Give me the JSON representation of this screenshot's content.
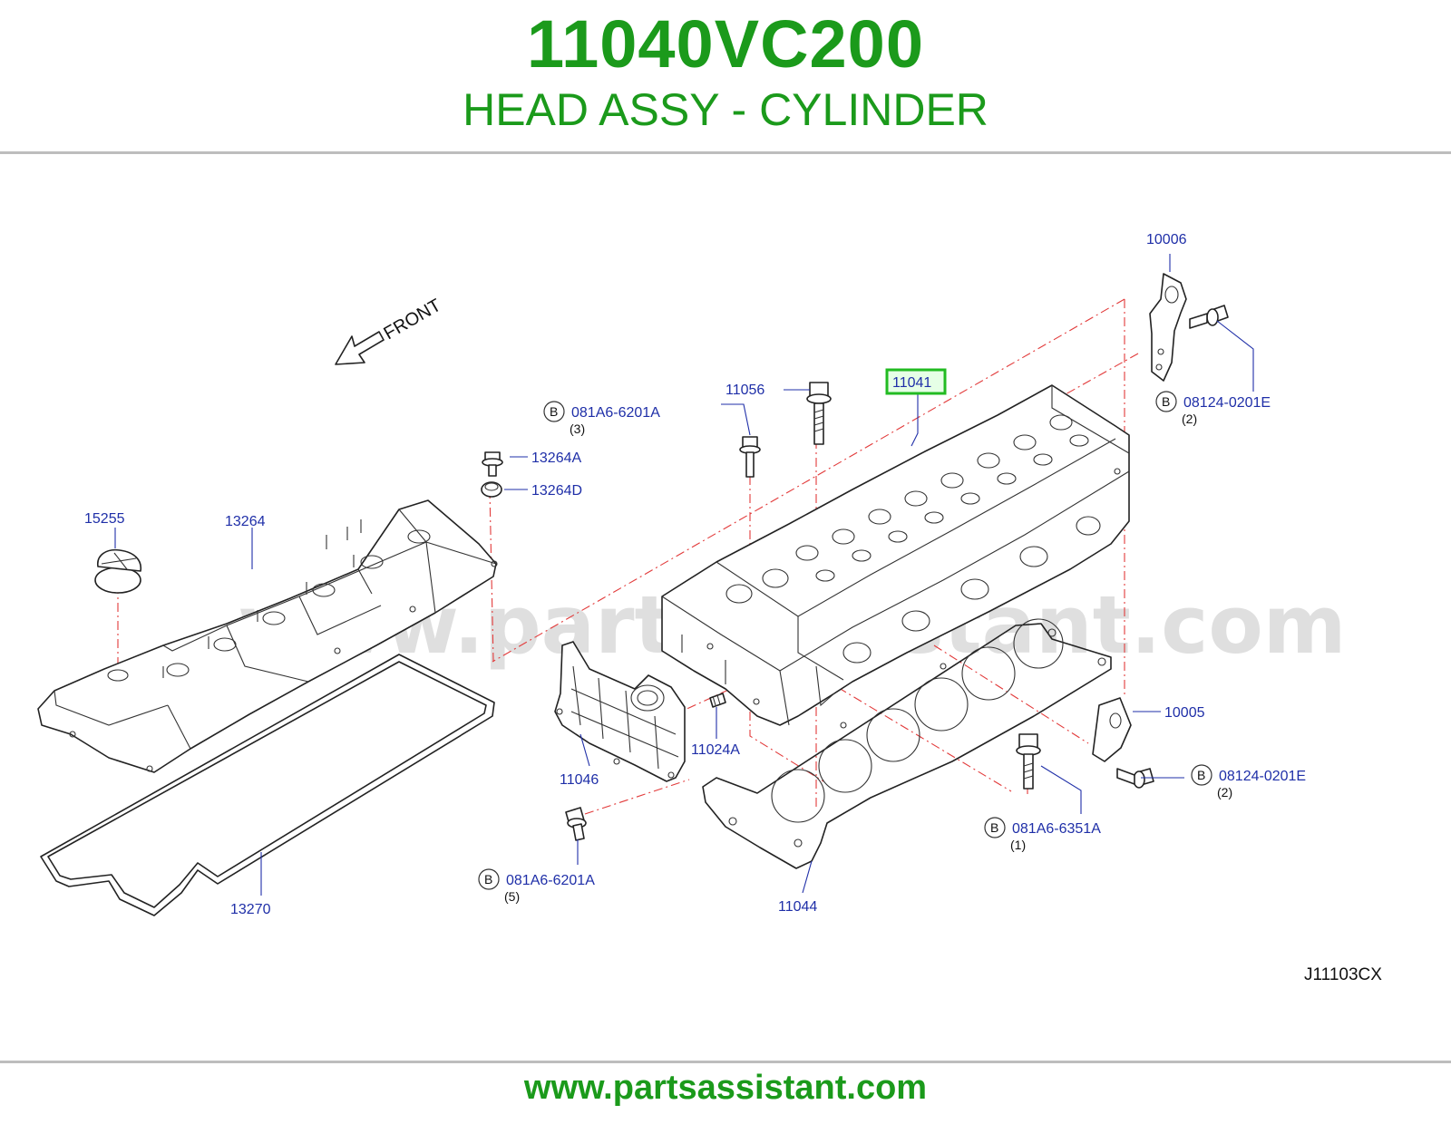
{
  "header": {
    "part_number": "11040VC200",
    "part_title": "HEAD ASSY - CYLINDER"
  },
  "diagram": {
    "front_label": "FRONT",
    "watermark": "www.partsassistant.com",
    "diagram_code": "J11103CX",
    "highlight_color": "#22bb22",
    "label_color": "#1f2fa8",
    "callouts": [
      {
        "id": "10006",
        "label": "10006"
      },
      {
        "id": "11041",
        "label": "11041",
        "highlighted": true
      },
      {
        "id": "11056",
        "label": "11056"
      },
      {
        "id": "13264A",
        "label": "13264A"
      },
      {
        "id": "13264D",
        "label": "13264D"
      },
      {
        "id": "15255",
        "label": "15255"
      },
      {
        "id": "13264",
        "label": "13264"
      },
      {
        "id": "10005",
        "label": "10005"
      },
      {
        "id": "11024A",
        "label": "11024A"
      },
      {
        "id": "11046",
        "label": "11046"
      },
      {
        "id": "13270",
        "label": "13270"
      },
      {
        "id": "11044",
        "label": "11044"
      }
    ],
    "bolts": [
      {
        "id": "b1",
        "marker": "B",
        "label": "081A6-6201A",
        "qty": "(3)"
      },
      {
        "id": "b2",
        "marker": "B",
        "label": "08124-0201E",
        "qty": "(2)"
      },
      {
        "id": "b3",
        "marker": "B",
        "label": "08124-0201E",
        "qty": "(2)"
      },
      {
        "id": "b4",
        "marker": "B",
        "label": "081A6-6351A",
        "qty": "(1)"
      },
      {
        "id": "b5",
        "marker": "B",
        "label": "081A6-6201A",
        "qty": "(5)"
      }
    ]
  },
  "footer": {
    "site": "www.partsassistant.com"
  }
}
